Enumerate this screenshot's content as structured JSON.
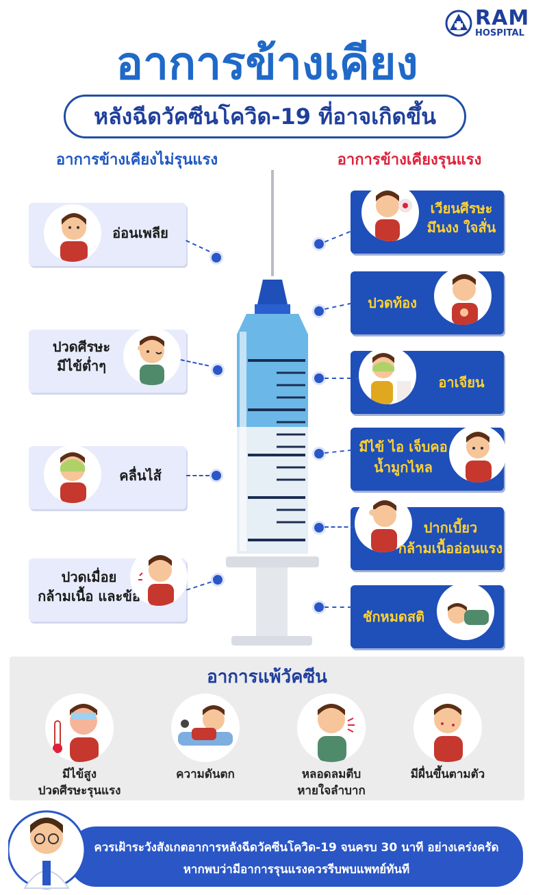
{
  "logo": {
    "name": "RAM",
    "sub": "HOSPITAL"
  },
  "title": "อาการข้างเคียง",
  "subtitle": "หลังฉีดวัคซีนโควิด-19 ที่อาจเกิดขึ้น",
  "mild": {
    "heading": "อาการข้างเคียงไม่รุนแรง",
    "items": [
      {
        "line1": "อ่อนเพลีย",
        "line2": ""
      },
      {
        "line1": "ปวดศีรษะ",
        "line2": "มีไข้ต่ำๆ"
      },
      {
        "line1": "คลื่นไส้",
        "line2": ""
      },
      {
        "line1": "ปวดเมื่อย",
        "line2": "กล้ามเนื้อ และข้อ"
      }
    ]
  },
  "severe": {
    "heading": "อาการข้างเคียงรุนแรง",
    "items": [
      {
        "line1": "เวียนศีรษะ",
        "line2": "มึนงง ใจสั่น"
      },
      {
        "line1": "ปวดท้อง",
        "line2": ""
      },
      {
        "line1": "อาเจียน",
        "line2": ""
      },
      {
        "line1": "มีไข้ ไอ เจ็บคอ",
        "line2": "น้ำมูกไหล"
      },
      {
        "line1": "ปากเบี้ยว",
        "line2": "กล้ามเนื้ออ่อนแรง"
      },
      {
        "line1": "ชักหมดสติ",
        "line2": ""
      }
    ]
  },
  "allergy": {
    "heading": "อาการแพ้วัคซีน",
    "items": [
      {
        "line1": "มีไข้สูง",
        "line2": "ปวดศีรษะรุนแรง"
      },
      {
        "line1": "ความดันตก",
        "line2": ""
      },
      {
        "line1": "หลอดลมตีบ",
        "line2": "หายใจลำบาก"
      },
      {
        "line1": "มีผื่นขึ้นตามตัว",
        "line2": ""
      }
    ]
  },
  "banner": {
    "line1": "ควรเฝ้าระวังสังเกตอาการหลังฉีดวัคซีนโควิด-19 จนครบ 30 นาที อย่างเคร่งครัด",
    "line2": "หากพบว่ามีอาการรุนแรงควรรีบพบแพทย์ทันที"
  },
  "colors": {
    "primary": "#1f4fb8",
    "title": "#1f69c8",
    "severe": "#e0203a",
    "highlight": "#ffd232",
    "mild_card": "#e7ebfb"
  }
}
